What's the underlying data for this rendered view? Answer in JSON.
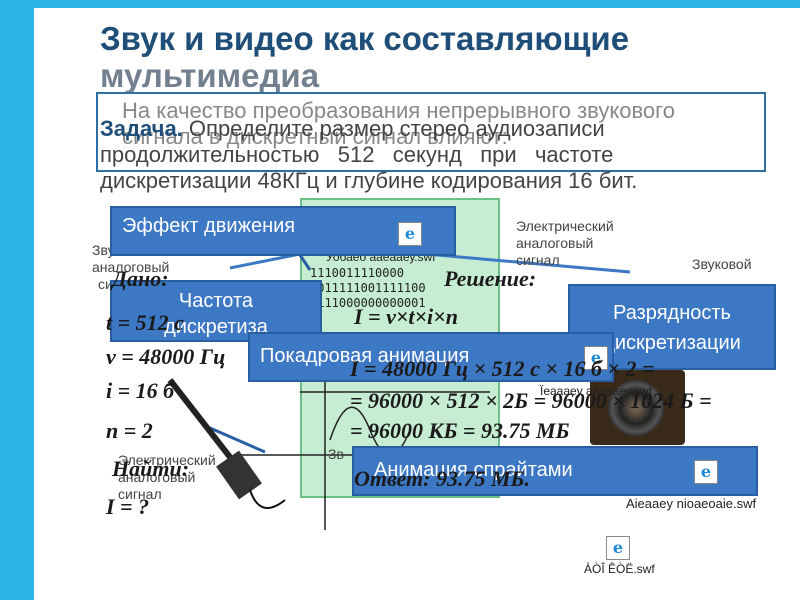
{
  "title": {
    "line1": "Звук и видео как составляющие",
    "line2": "мультимедиа"
  },
  "task": {
    "label": "Задача.",
    "text_line1": "Определите размер стерео аудиозаписи",
    "text_line2": "продолжительностью   512   секунд   при   частоте",
    "text_line3": "дискретизации 48КГц и глубине кодирования 16 бит."
  },
  "background_text": {
    "line1": "На качество преобразования непрерывного звукового",
    "line2": "сигнала в дискретный сигнал влияют:"
  },
  "boxes": {
    "effect": "Эффект движения",
    "frequency_l1": "Частота",
    "frequency_l2": "дискретиза",
    "depth_l1": "Разрядность",
    "depth_l2": "дискретизации",
    "frame_anim": "Покадровая анимация",
    "sprite_anim": "Анимация спрайтами"
  },
  "labels": {
    "electric_signal_l1": "Электрический",
    "electric_signal_l2": "аналоговый",
    "electric_signal_l3": "сигнал",
    "sound_l1": "Звуковой",
    "sound_left_l1": "Зву",
    "sound_left_l2": "аналоговый",
    "sound_left_l3": "сиг",
    "electric_bottom_l1": "Электрический",
    "electric_bottom_l2": "аналоговый",
    "electric_bottom_l3": "сигнал",
    "zv_small": "Зв"
  },
  "binary": {
    "row1": "1110011110000",
    "row2": "0011111001111100",
    "row3": "0111000000000001"
  },
  "given": {
    "label": "Дано:",
    "t": "t = 512 с",
    "v": "ν = 48000 Гц",
    "i": "i = 16 б",
    "n": "n = 2",
    "find": "Найти:",
    "I": "I = ?"
  },
  "solution": {
    "label": "Решение:",
    "formula": "I = ν×t×i×n",
    "line1": "I = 48000 Гц × 512 с × 16 б × 2 =",
    "line2": "= 96000 × 512 × 2Б = 96000 × 1024 Б =",
    "line3": "= 96000 КБ = 93.75 МБ",
    "answer": "Ответ: 93.75 МБ."
  },
  "swf": {
    "top": "Уобаео ааеааеу.swf",
    "mid": "Ïеаааеу ааеааеу.swf",
    "right": "Aieaaey nioaeoaie.swf",
    "bottom": "ÀÒÎ ÊÒË.swf"
  },
  "icons": [
    "ie-icon",
    "microphone-icon",
    "speaker-icon"
  ],
  "colors": {
    "accent": "#2bb5e6",
    "box_blue": "#3d78c4",
    "title": "#1f4e79",
    "panel_green": "#c6ecd2"
  }
}
